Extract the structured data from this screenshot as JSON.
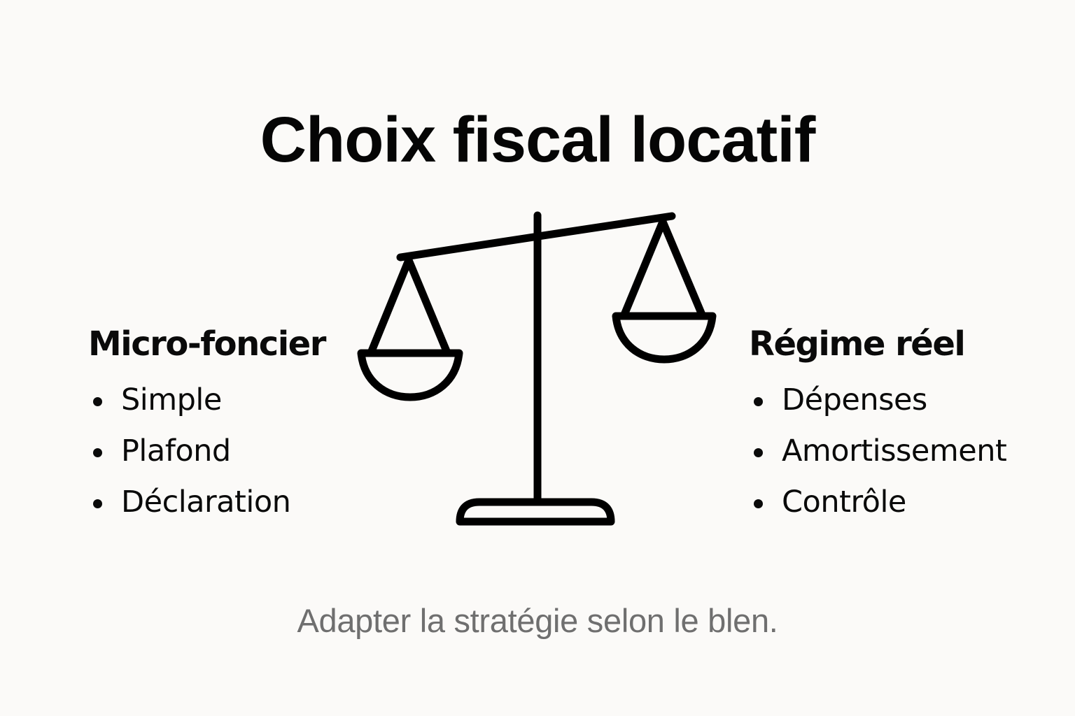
{
  "title": "Choix fiscal locatif",
  "illustration": {
    "icon": "balance-scale-icon",
    "tilt": "left pan lower than right pan",
    "stroke_color": "#000000"
  },
  "left_option": {
    "heading": "Micro-foncier",
    "items": [
      "Simple",
      "Plafond",
      "Déclaration"
    ]
  },
  "right_option": {
    "heading": "Régime réel",
    "items": [
      "Dépenses",
      "Amortissement",
      "Contrôle"
    ]
  },
  "caption": "Adapter la stratégie selon le blen.",
  "colors": {
    "background": "#fbfaf8",
    "text": "#0a0a0a",
    "caption": "#6f6f6f"
  }
}
